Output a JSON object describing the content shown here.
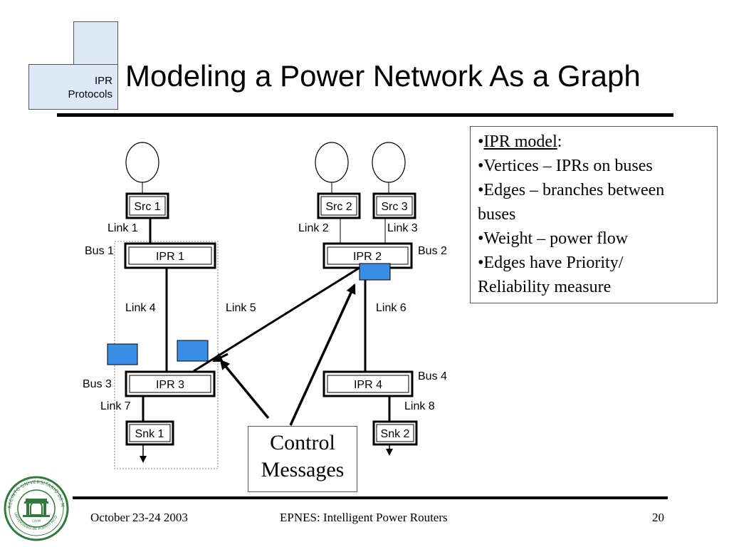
{
  "header": {
    "corner_label_line1": "IPR",
    "corner_label_line2": "Protocols",
    "title": "Modeling a Power Network As a Graph"
  },
  "colors": {
    "corner_fill": "#dde9f8",
    "message_blue": "#3c8de6",
    "black": "#000000"
  },
  "diagram": {
    "sources": [
      "Src 1",
      "Src 2",
      "Src 3"
    ],
    "sinks": [
      "Snk 1",
      "Snk 2"
    ],
    "iprs": [
      "IPR 1",
      "IPR 2",
      "IPR 3",
      "IPR 4"
    ],
    "buses": [
      "Bus 1",
      "Bus 2",
      "Bus 3",
      "Bus 4"
    ],
    "links": [
      "Link 1",
      "Link 2",
      "Link 3",
      "Link 4",
      "Link 5",
      "Link 6",
      "Link 7",
      "Link 8"
    ],
    "control_line1": "Control",
    "control_line2": "Messages"
  },
  "callout": {
    "item1_bullet": "•",
    "item1_link": "IPR model",
    "item1_suffix": ":",
    "item2": "•Vertices – IPRs on buses",
    "item3_line1": "•Edges – branches between",
    "item3_line2": "buses",
    "item4": "•Weight – power flow",
    "item5_line1": "•Edges have Priority/",
    "item5_line2": "Reliability measure"
  },
  "footer": {
    "date": "October 23-24 2003",
    "center": "EPNES: Intelligent Power Routers",
    "page": "20"
  },
  "logo": {
    "text_top": "RECINTO UNIVERSITARIO DE MAYAGUEZ",
    "text_bottom": "UNIVERSIDAD DE PUERTO RICO",
    "text_small": "CAAM"
  }
}
